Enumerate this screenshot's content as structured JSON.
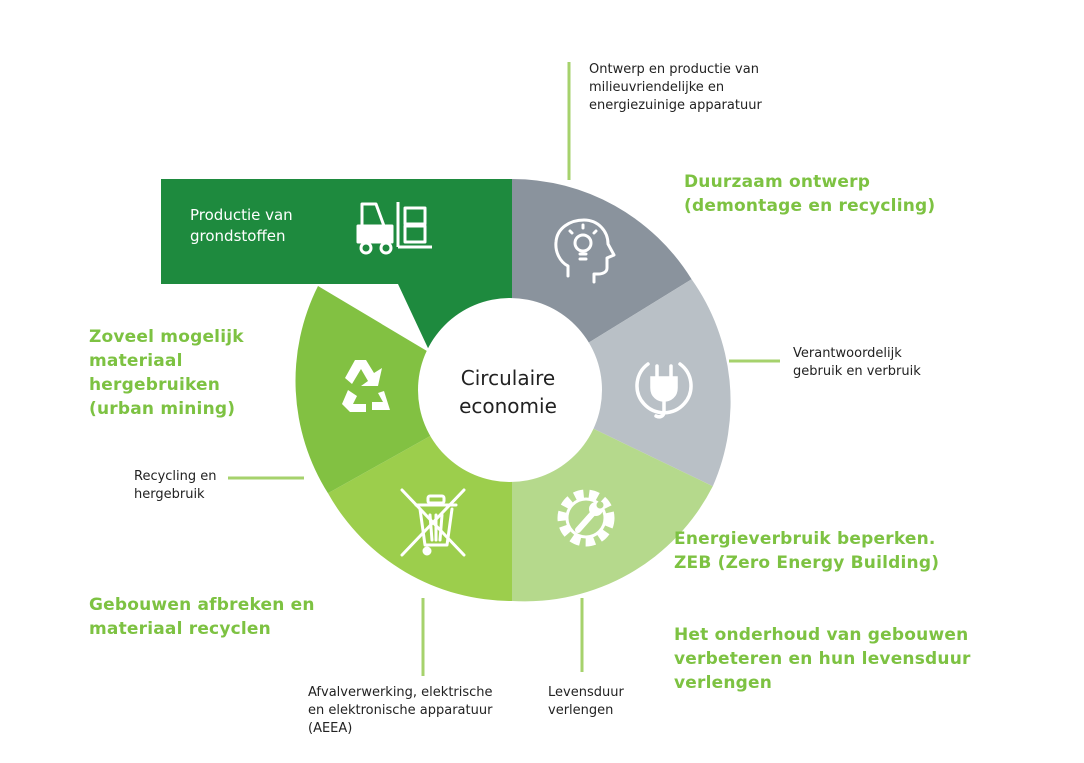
{
  "colors": {
    "dark_green": "#1e8a3e",
    "grey": "#8a939d",
    "light_grey": "#b9c0c6",
    "light_green": "#b5d98c",
    "lime": "#9cce4c",
    "mid_green": "#82c142",
    "accent_text": "#7dc242",
    "connector": "#a6d26c"
  },
  "center": {
    "label": "Circulaire\neconomie"
  },
  "banner": {
    "label": "Productie van\ngrondstoffen",
    "icon": "forklift-icon"
  },
  "segments": [
    {
      "name": "segment-ontwerp",
      "icon": "head-lightbulb-icon"
    },
    {
      "name": "segment-gebruik",
      "icon": "plug-icon"
    },
    {
      "name": "segment-onderhoud",
      "icon": "gear-wrench-icon"
    },
    {
      "name": "segment-afval",
      "icon": "crossed-bin-icon"
    },
    {
      "name": "segment-recycling",
      "icon": "recycle-icon"
    }
  ],
  "notes": {
    "ontwerp": "Ontwerp en productie van\nmilieuvriendelijke en\nenergiezuinige apparatuur",
    "gebruik": "Verantwoordelijk\ngebruik en verbruik",
    "recycling": "Recycling en\nhergebruik",
    "afval": "Afvalverwerking, elektrische\nen elektronische apparatuur\n(AEEA)",
    "levensduur": "Levensduur\nverlengen"
  },
  "headlines": {
    "duurzaam": "Duurzaam ontwerp\n(demontage en recycling)",
    "zoveel": "Zoveel mogelijk\nmateriaal\nhergebruiken\n(urban mining)",
    "energie": "Energieverbruik beperken.\nZEB (Zero Energy Building)",
    "onderhoud": "Het onderhoud van gebouwen\nverbeteren en hun levensduur\nverlengen",
    "afbreken": "Gebouwen afbreken en\nmateriaal recyclen"
  }
}
